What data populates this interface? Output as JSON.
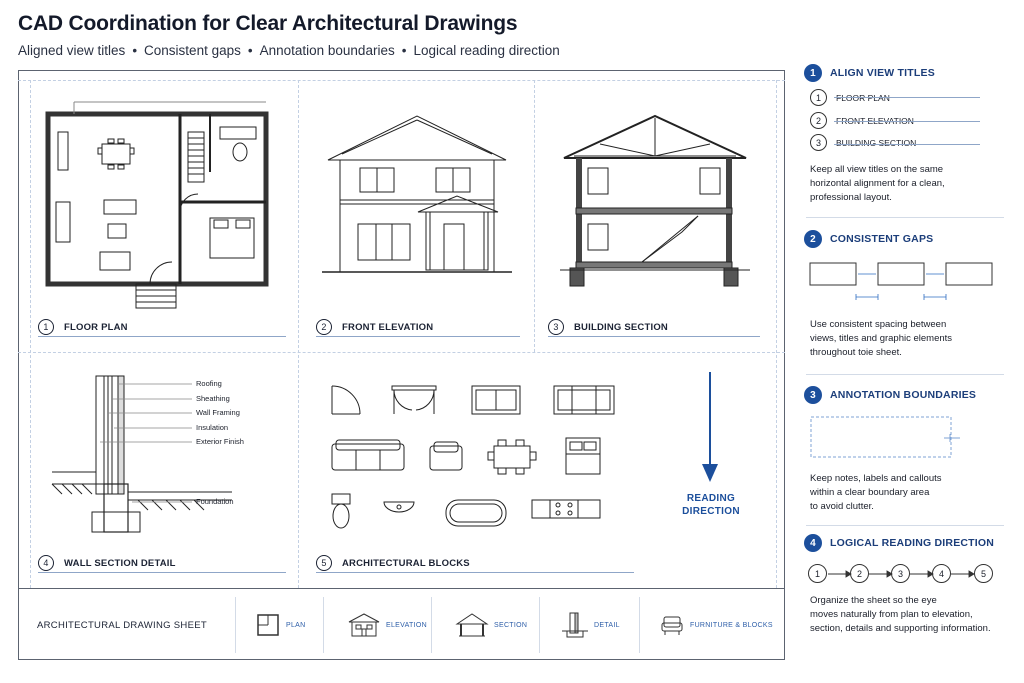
{
  "header": {
    "title": "CAD Coordination for Clear Architectural Drawings",
    "subtitle_items": [
      "Aligned view titles",
      "Consistent gaps",
      "Annotation boundaries",
      "Logical reading direction"
    ],
    "separator": "•"
  },
  "views": [
    {
      "num": "1",
      "label": "FLOOR PLAN"
    },
    {
      "num": "2",
      "label": "FRONT ELEVATION"
    },
    {
      "num": "3",
      "label": "BUILDING SECTION"
    },
    {
      "num": "4",
      "label": "WALL SECTION DETAIL"
    },
    {
      "num": "5",
      "label": "ARCHITECTURAL BLOCKS"
    }
  ],
  "wall_detail_labels": [
    "Roofing",
    "Sheathing",
    "Wall Framing",
    "Insulation",
    "Exterior Finish",
    "Foundation"
  ],
  "reading": {
    "line1": "READING",
    "line2": "DIRECTION"
  },
  "footer": {
    "title": "ARCHITECTURAL DRAWING SHEET",
    "items": [
      {
        "label": "PLAN",
        "icon": "plan-icon"
      },
      {
        "label": "ELEVATION",
        "icon": "elevation-icon"
      },
      {
        "label": "SECTION",
        "icon": "section-icon"
      },
      {
        "label": "DETAIL",
        "icon": "detail-icon"
      },
      {
        "label": "FURNITURE & BLOCKS",
        "icon": "armchair-icon"
      }
    ]
  },
  "sidebar": {
    "sections": [
      {
        "num": "1",
        "heading": "ALIGN VIEW TITLES",
        "items": [
          {
            "num": "1",
            "label": "FLOOR PLAN"
          },
          {
            "num": "2",
            "label": "FRONT ELEVATION"
          },
          {
            "num": "3",
            "label": "BUILDING SECTION"
          }
        ],
        "text": [
          "Keep all view titles on the same",
          "horizontal alignment for a clean,",
          "professional layout."
        ]
      },
      {
        "num": "2",
        "heading": "CONSISTENT GAPS",
        "text": [
          "Use consistent spacing between",
          "views, titles and graphic elements",
          "throughout toie sheet."
        ]
      },
      {
        "num": "3",
        "heading": "ANNOTATION BOUNDARIES",
        "text": [
          "Keep notes, labels and callouts",
          "within a clear boundary area",
          "to avoid clutter."
        ]
      },
      {
        "num": "4",
        "heading": "LOGICAL READING DIRECTION",
        "flow": [
          "1",
          "2",
          "3",
          "4",
          "5"
        ],
        "text": [
          "Organize the sheet so the eye",
          "moves naturally from plan to elevation,",
          "section, details and supporting information."
        ]
      }
    ]
  },
  "colors": {
    "accent": "#1c4f9c",
    "heading": "#1c3e7a",
    "line": "#333333",
    "guide": "#8fa6c8"
  }
}
